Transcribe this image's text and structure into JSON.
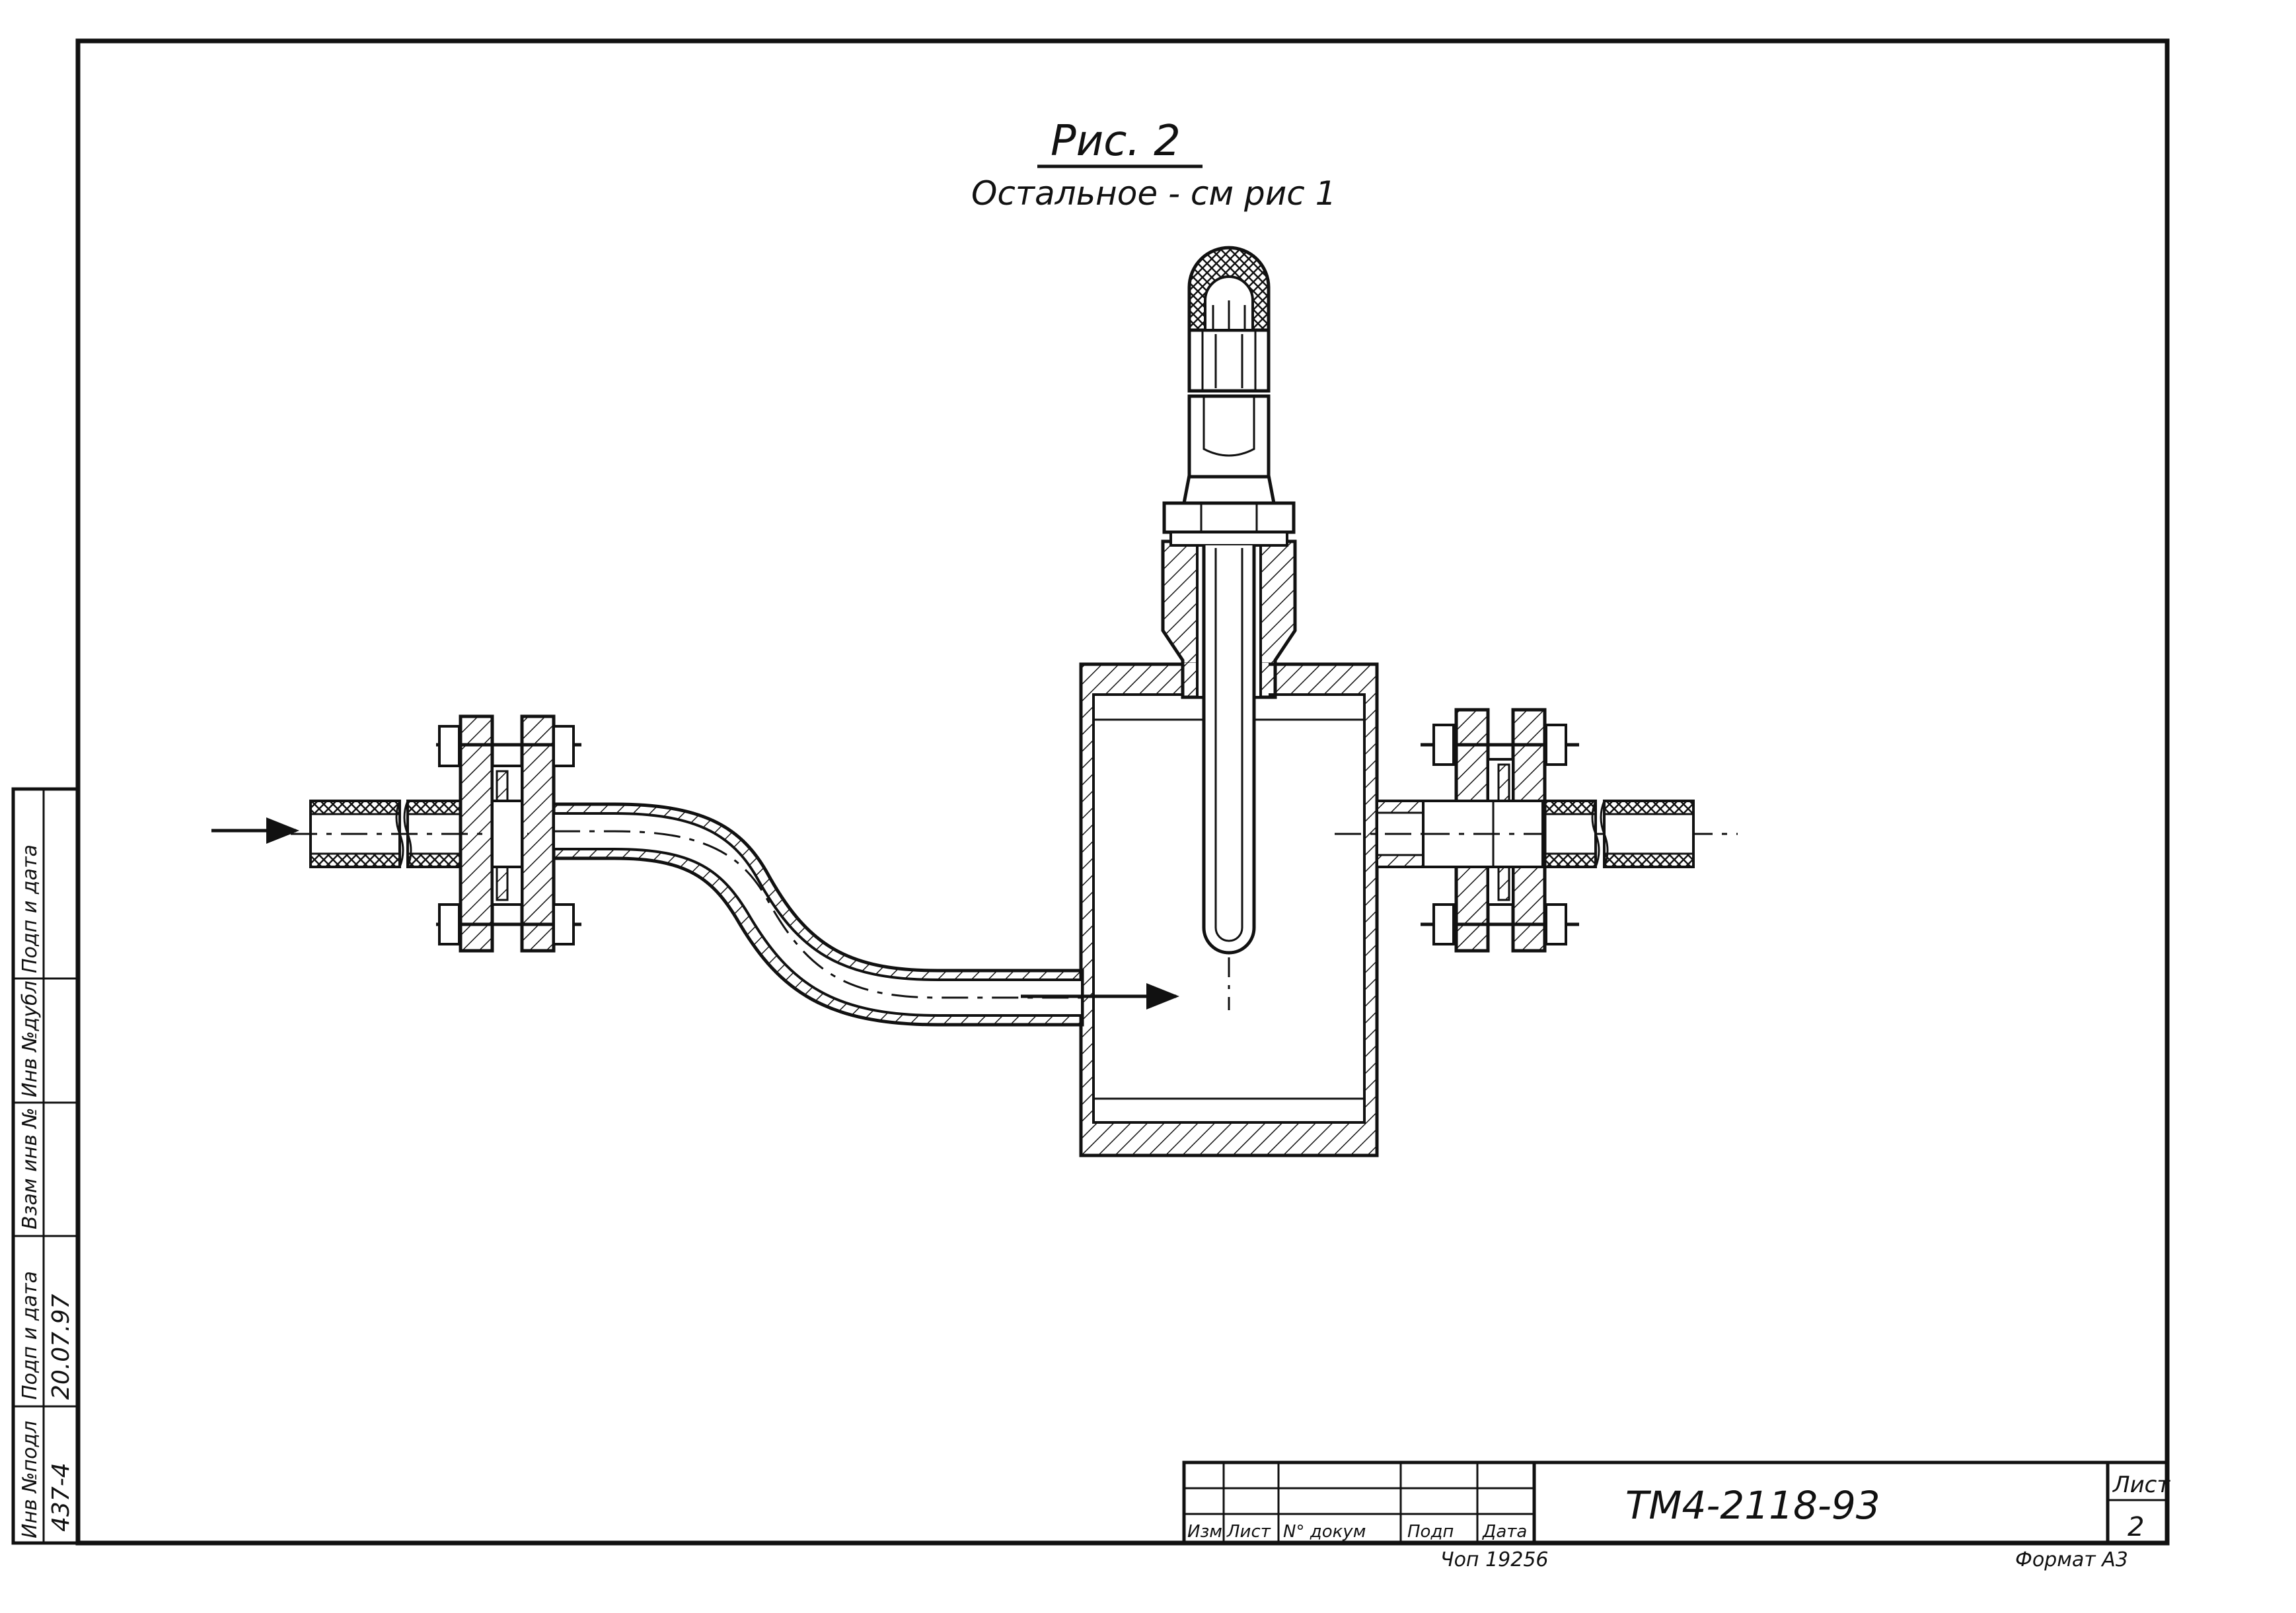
{
  "drawing": {
    "figure_title": "Рис. 2",
    "figure_subtitle": "Остальное - см рис 1"
  },
  "side_stamp": {
    "labels": [
      "Инв №подл",
      "Подп и дата",
      "Взам инв №",
      "Инв №дубл",
      "Подп и дата"
    ],
    "values": [
      "437-4",
      "20.07.97"
    ]
  },
  "title_block": {
    "headers": [
      "Изм",
      "Лист",
      "N° докум",
      "Подп",
      "Дата"
    ],
    "designation": "ТМ4-2118-93",
    "sheet_label": "Лист",
    "sheet_number": "2",
    "below_left": "Чоп 19256",
    "format": "Формат А3"
  }
}
